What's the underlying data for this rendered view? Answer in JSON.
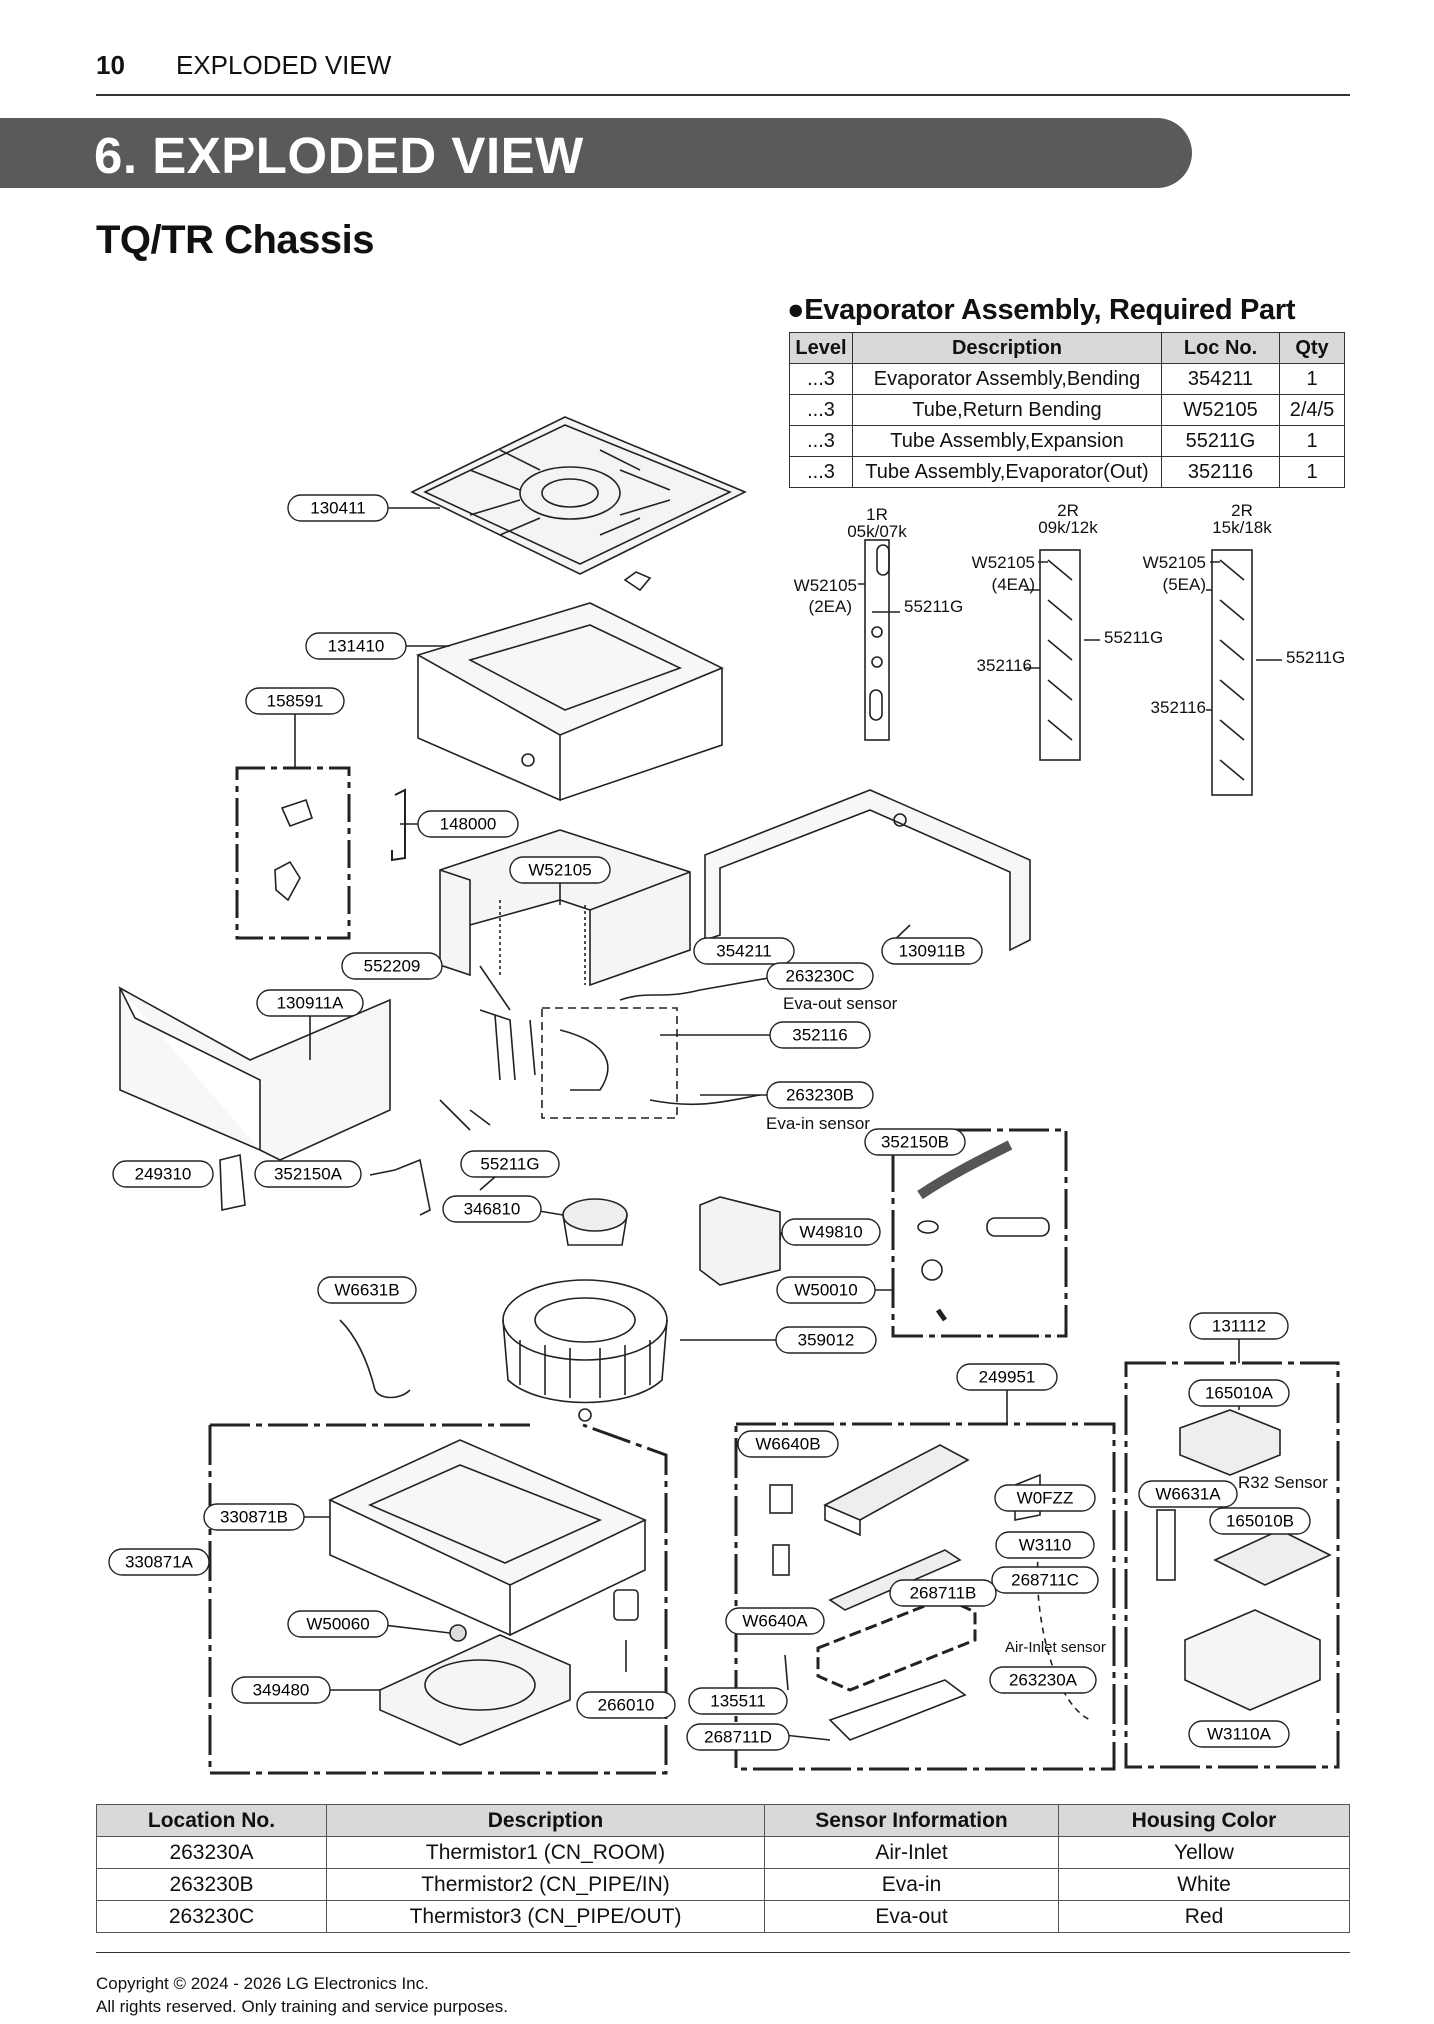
{
  "header": {
    "page_number": "10",
    "section": "EXPLODED VIEW"
  },
  "banner": {
    "title": "6. EXPLODED VIEW"
  },
  "subtitle": "TQ/TR Chassis",
  "evaporator": {
    "heading": "Evaporator Assembly, Required Part",
    "columns": [
      "Level",
      "Description",
      "Loc No.",
      "Qty"
    ],
    "rows": [
      [
        "...3",
        "Evaporator Assembly,Bending",
        "354211",
        "1"
      ],
      [
        "...3",
        "Tube,Return Bending",
        "W52105",
        "2/4/5"
      ],
      [
        "...3",
        "Tube Assembly,Expansion",
        "55211G",
        "1"
      ],
      [
        "...3",
        "Tube Assembly,Evaporator(Out)",
        "352116",
        "1"
      ]
    ]
  },
  "coil_diagrams": {
    "c1": {
      "row": "1R",
      "models": "05k/07k",
      "tube": "W52105",
      "qty": "(2EA)",
      "exp": "55211G"
    },
    "c2": {
      "row": "2R",
      "models": "09k/12k",
      "tube": "W52105",
      "qty": "(4EA)",
      "exp": "55211G",
      "out": "352116"
    },
    "c3": {
      "row": "2R",
      "models": "15k/18k",
      "tube": "W52105",
      "qty": "(5EA)",
      "exp": "55211G",
      "out": "352116"
    }
  },
  "labels": {
    "p130411": "130411",
    "p131410": "131410",
    "p158591": "158591",
    "p148000": "148000",
    "pW52105": "W52105",
    "p552209": "552209",
    "p130911A": "130911A",
    "p354211": "354211",
    "p130911B": "130911B",
    "p263230C": "263230C",
    "p352116": "352116",
    "p263230B": "263230B",
    "p352150B": "352150B",
    "p249310": "249310",
    "p352150A": "352150A",
    "p55211G": "55211G",
    "p346810": "346810",
    "pW49810": "W49810",
    "pW6631B": "W6631B",
    "pW50010": "W50010",
    "p359012": "359012",
    "p131112": "131112",
    "p249951": "249951",
    "p165010A": "165010A",
    "pW6640B": "W6640B",
    "pW6631A": "W6631A",
    "p330871B": "330871B",
    "pW0FZZ": "W0FZZ",
    "p165010B": "165010B",
    "p330871A": "330871A",
    "pW3110": "W3110",
    "p268711C": "268711C",
    "p268711B": "268711B",
    "pW50060": "W50060",
    "pW6640A": "W6640A",
    "p349480": "349480",
    "p263230A": "263230A",
    "p266010": "266010",
    "p135511": "135511",
    "p268711D": "268711D",
    "pW3110A": "W3110A"
  },
  "notes": {
    "eva_out": "Eva-out sensor",
    "eva_in": "Eva-in sensor",
    "air_inlet": "Air-Inlet sensor",
    "r32": "R32 Sensor"
  },
  "sensor_table": {
    "columns": [
      "Location No.",
      "Description",
      "Sensor Information",
      "Housing Color"
    ],
    "rows": [
      [
        "263230A",
        "Thermistor1 (CN_ROOM)",
        "Air-Inlet",
        "Yellow"
      ],
      [
        "263230B",
        "Thermistor2 (CN_PIPE/IN)",
        "Eva-in",
        "White"
      ],
      [
        "263230C",
        "Thermistor3 (CN_PIPE/OUT)",
        "Eva-out",
        "Red"
      ]
    ]
  },
  "footer": {
    "line1": "Copyright © 2024 - 2026 LG Electronics Inc.",
    "line2": "All rights reserved. Only training and service purposes."
  }
}
